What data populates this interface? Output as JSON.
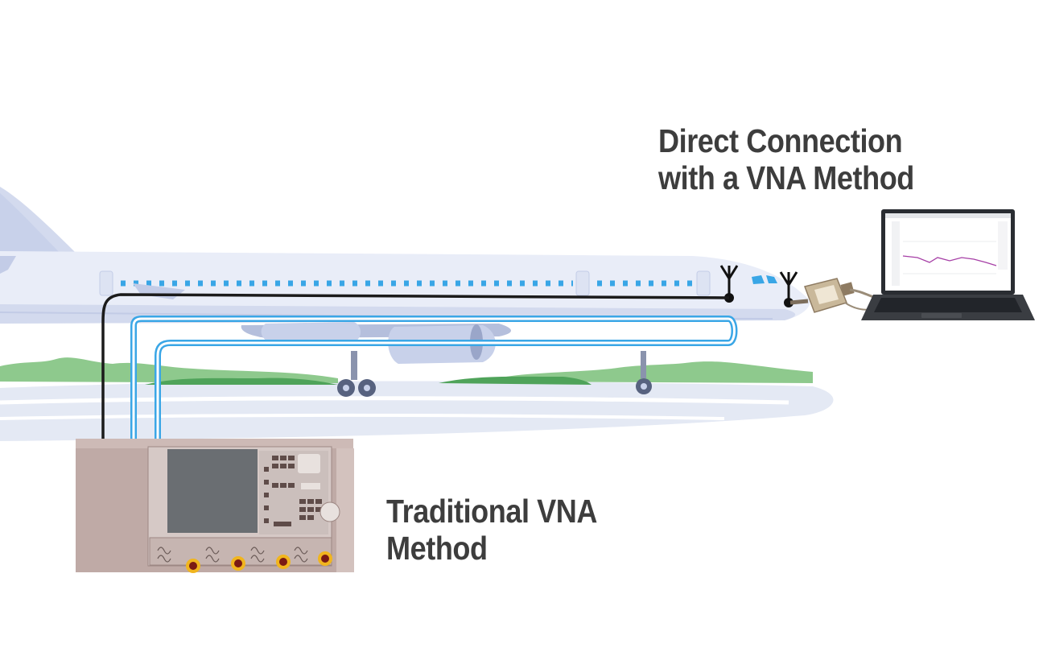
{
  "labels": {
    "direct_method": {
      "line1": "Direct Connection",
      "line2": "with a VNA Method"
    },
    "traditional_method": {
      "line1": "Traditional VNA",
      "line2": "Method"
    }
  },
  "colors": {
    "text": "#3d3d3d",
    "sky_ground": "#e6eaf4",
    "fuselage": "#e9edf8",
    "fuselage_shade": "#d3daee",
    "fuselage_dark": "#b5bfdc",
    "window": "#39a6e6",
    "grass": "#8ec98d",
    "grass_dark": "#4fa35a",
    "cable_black": "#1b1b1b",
    "cable_blue": "#3aa6e6",
    "vna_body": "#bfaaa6",
    "vna_screen": "#6a6e72",
    "connector_yellow": "#f1b51e",
    "connector_red": "#7a1a14"
  },
  "icons": [
    "antenna-icon",
    "airplane",
    "laptop",
    "vna-instrument",
    "cable-arrow"
  ]
}
